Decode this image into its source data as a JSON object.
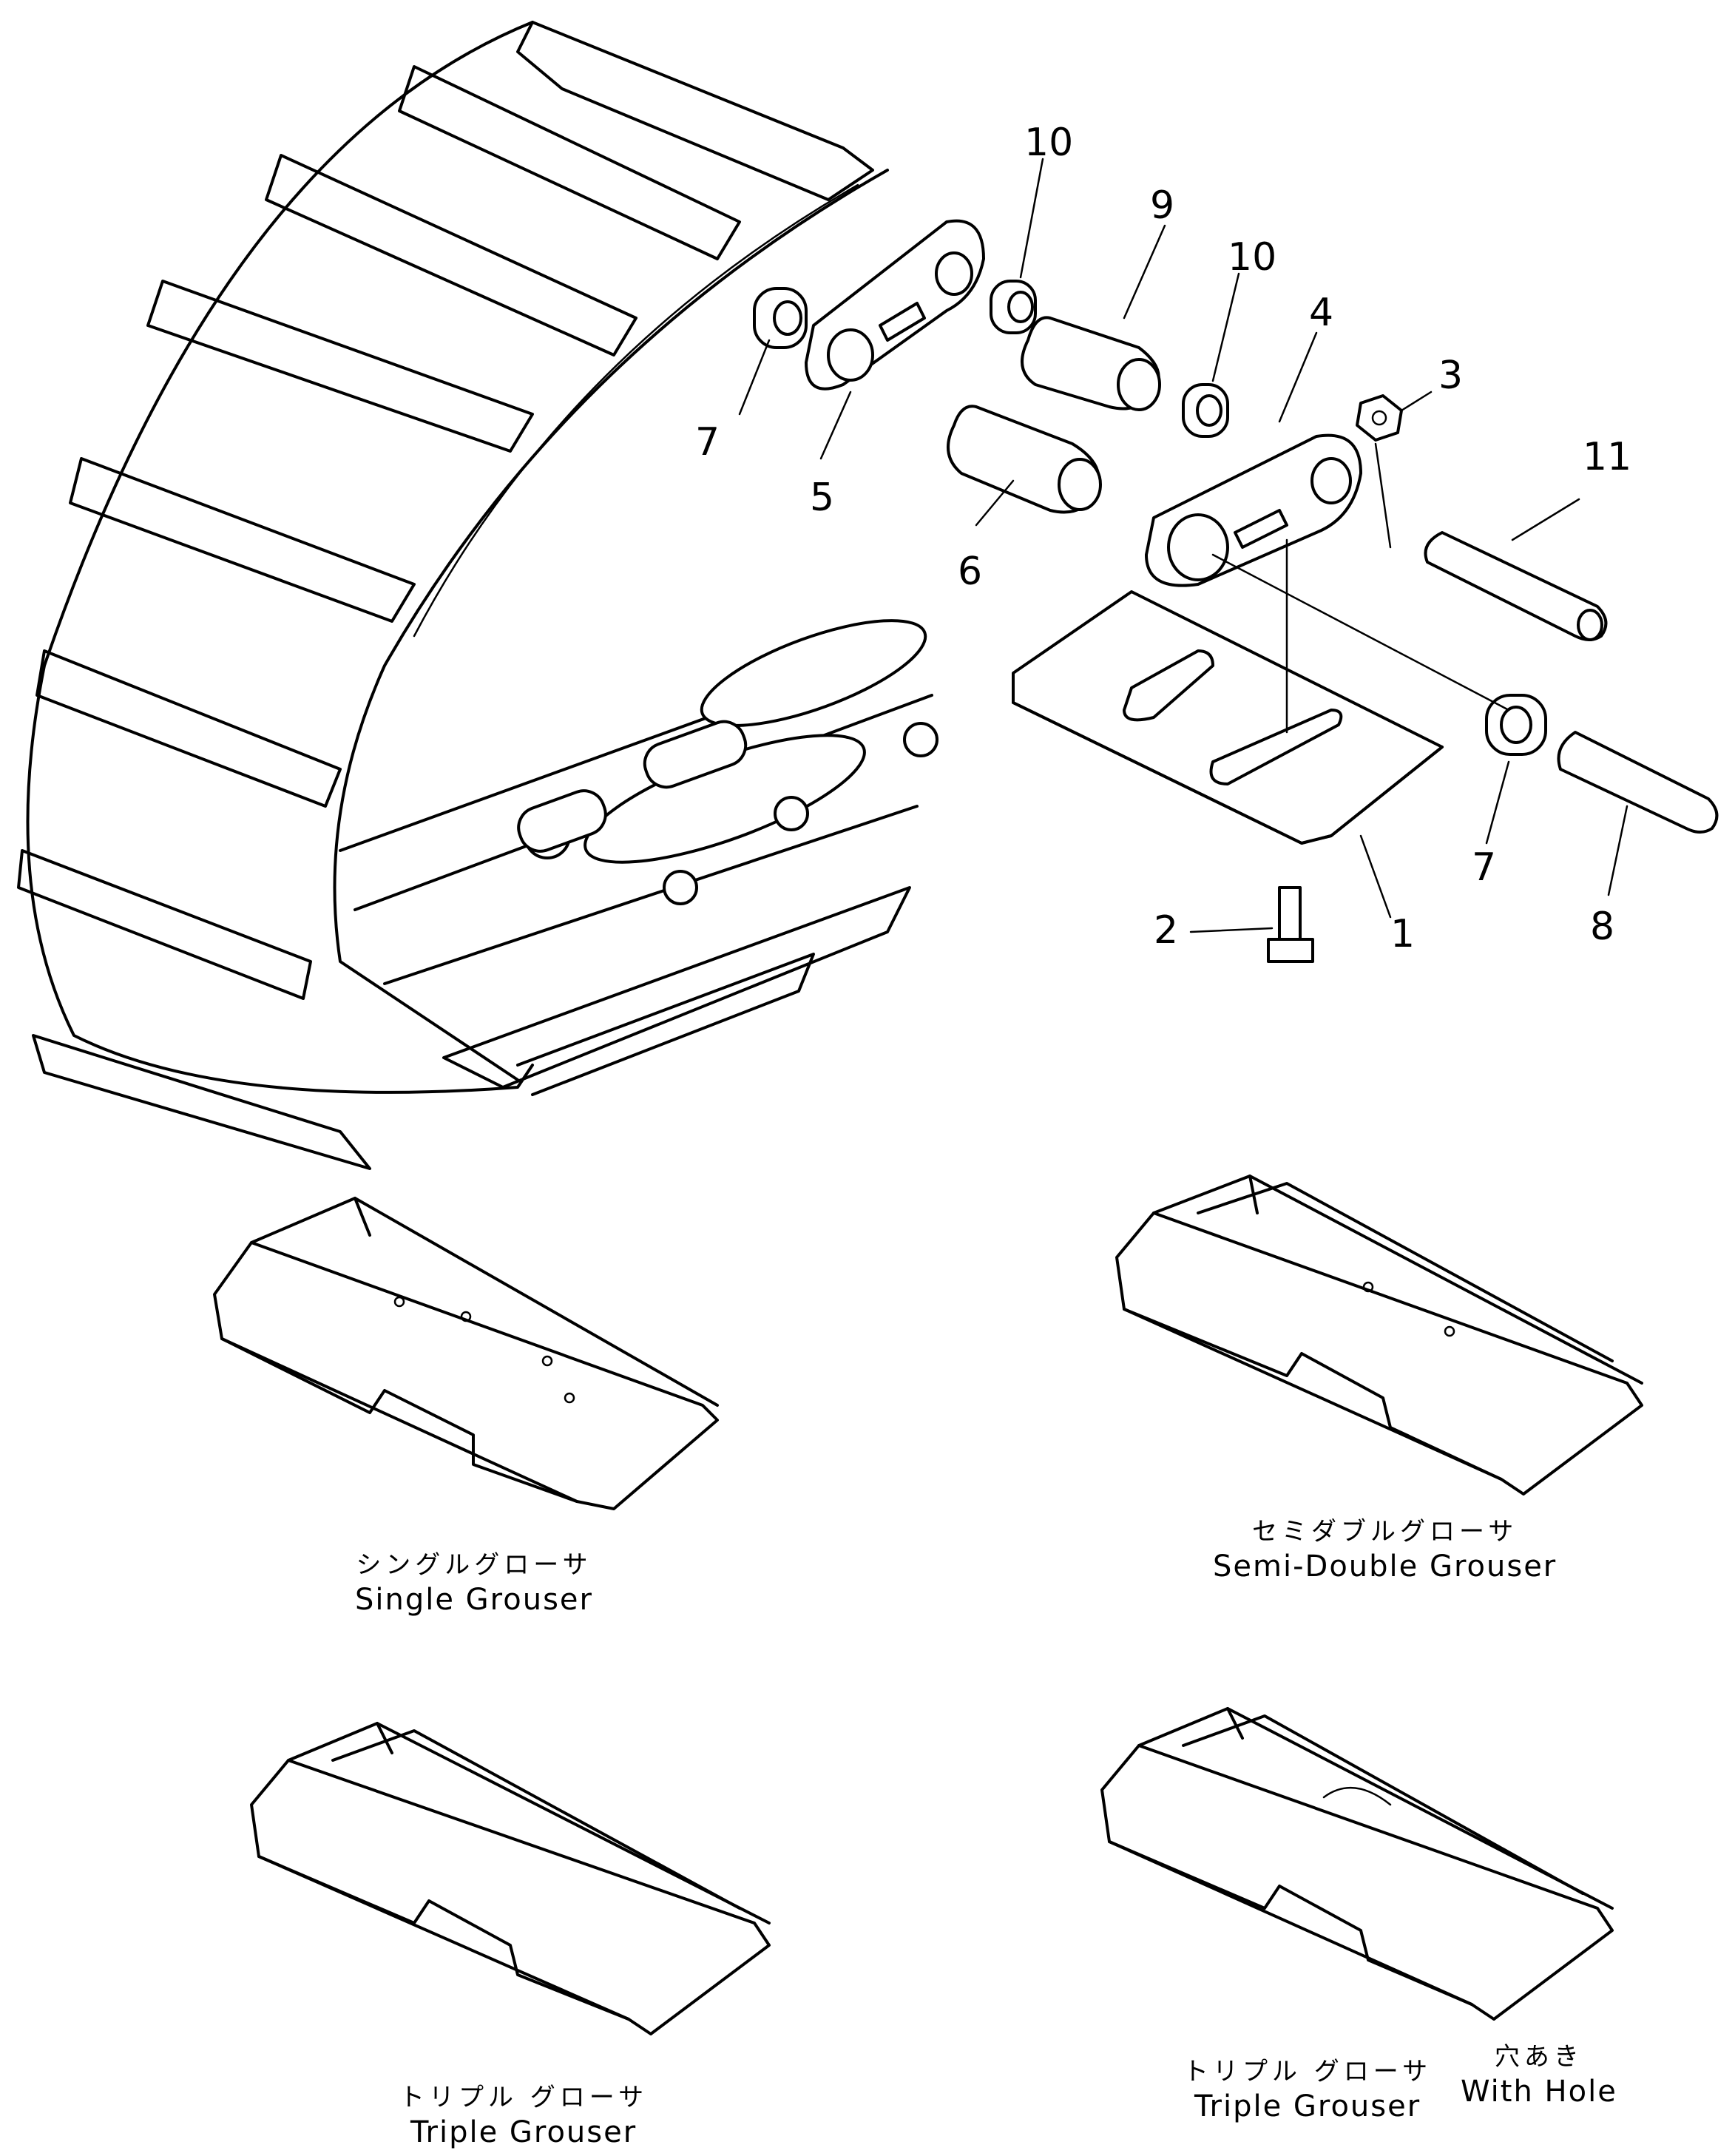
{
  "callouts": {
    "c1": "1",
    "c2": "2",
    "c3": "3",
    "c4": "4",
    "c5": "5",
    "c6": "6",
    "c7a": "7",
    "c7b": "7",
    "c8": "8",
    "c9": "9",
    "c10a": "10",
    "c10b": "10",
    "c11": "11"
  },
  "variants": {
    "single": {
      "jp": "シングルグローサ",
      "en": "Single Grouser"
    },
    "semi_double": {
      "jp": "セミダブルグローサ",
      "en": "Semi-Double Grouser"
    },
    "triple": {
      "jp": "トリプル グローサ",
      "en": "Triple Grouser"
    },
    "triple_hole": {
      "jp": "トリプル グローサ",
      "en": "Triple Grouser"
    },
    "with_hole": {
      "jp": "穴あき",
      "en": "With Hole"
    }
  }
}
